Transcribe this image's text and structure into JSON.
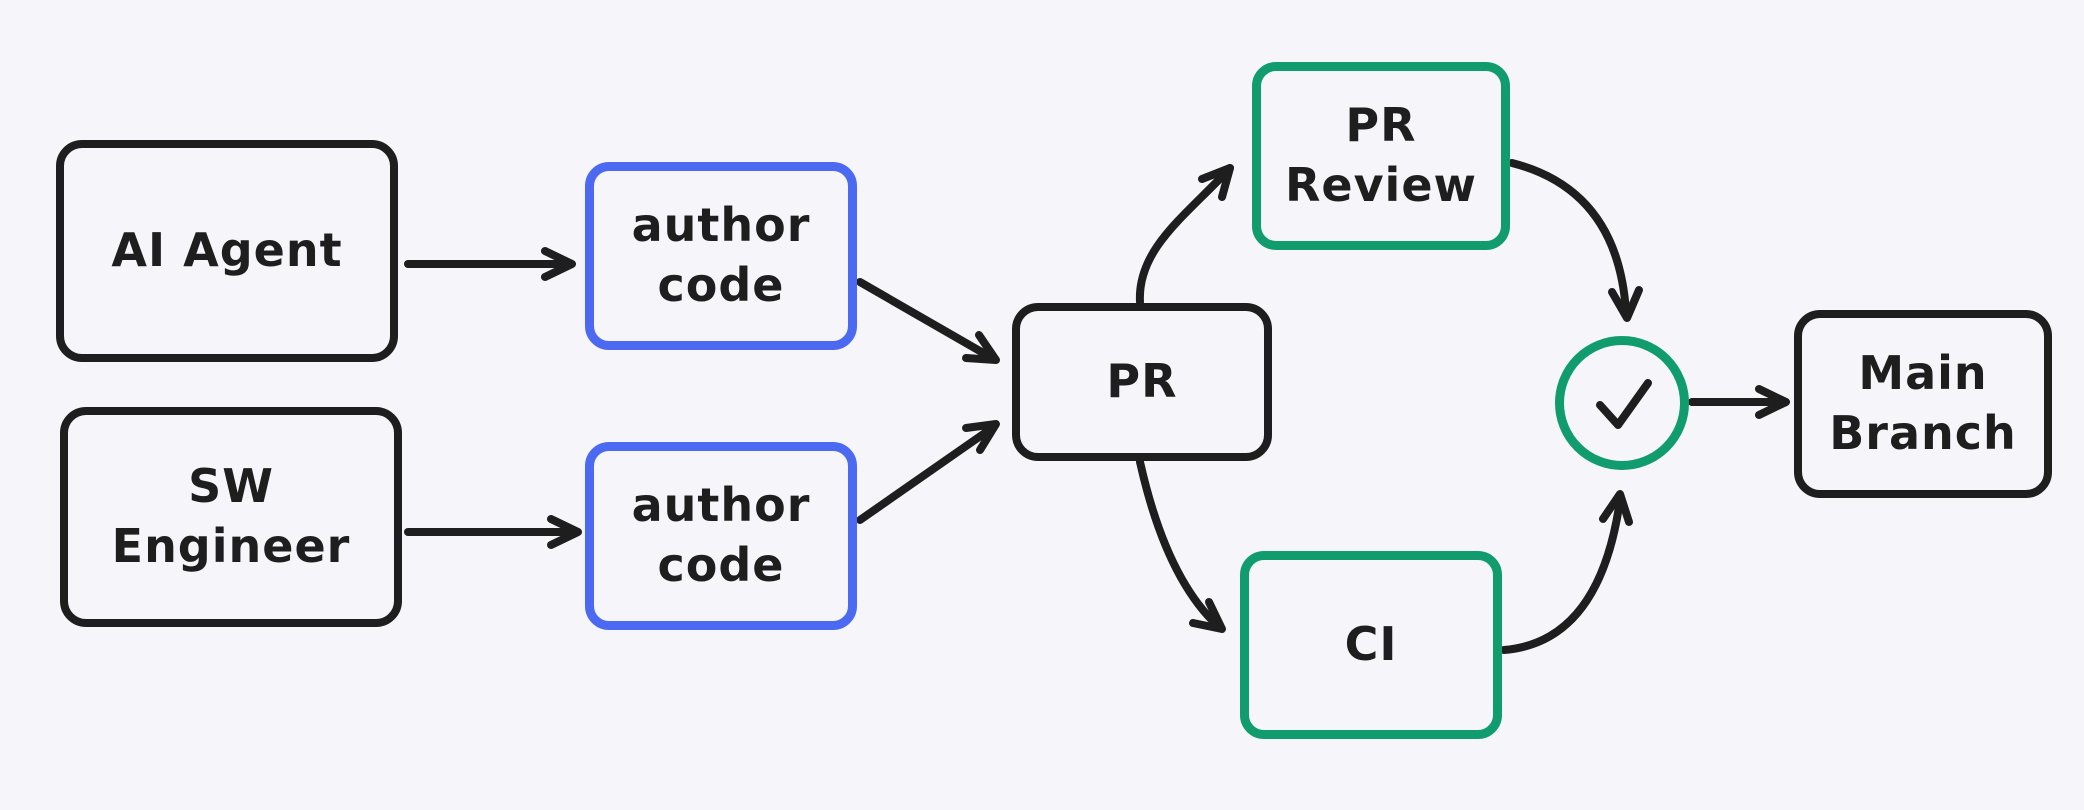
{
  "diagram": {
    "background": "#f6f6fa",
    "colors": {
      "black": "#1e1e1e",
      "blue": "#4b6af1",
      "green": "#119c6d"
    },
    "nodes": {
      "ai_agent": {
        "label": "AI Agent"
      },
      "author_code_top": {
        "lines": [
          "author",
          "code"
        ]
      },
      "sw_engineer": {
        "lines": [
          "SW",
          "Engineer"
        ]
      },
      "author_code_bottom": {
        "lines": [
          "author",
          "code"
        ]
      },
      "pr": {
        "label": "PR"
      },
      "pr_review": {
        "lines": [
          "PR",
          "Review"
        ]
      },
      "ci": {
        "label": "CI"
      },
      "main_branch": {
        "lines": [
          "Main",
          "Branch"
        ]
      },
      "approval": {
        "icon": "checkmark"
      }
    },
    "edges": [
      {
        "from": "AI Agent",
        "to": "author code (top)"
      },
      {
        "from": "SW Engineer",
        "to": "author code (bottom)"
      },
      {
        "from": "author code (top)",
        "to": "PR"
      },
      {
        "from": "author code (bottom)",
        "to": "PR"
      },
      {
        "from": "PR",
        "to": "PR Review"
      },
      {
        "from": "PR",
        "to": "CI"
      },
      {
        "from": "PR Review",
        "to": "approval check"
      },
      {
        "from": "CI",
        "to": "approval check"
      },
      {
        "from": "approval check",
        "to": "Main Branch"
      }
    ]
  }
}
